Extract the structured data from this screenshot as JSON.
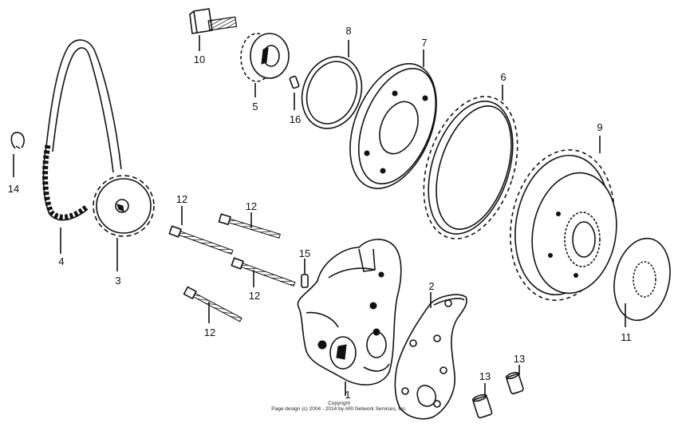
{
  "callouts": {
    "c1": "1",
    "c2": "2",
    "c3": "3",
    "c4": "4",
    "c5": "5",
    "c6": "6",
    "c7": "7",
    "c8": "8",
    "c9": "9",
    "c10": "10",
    "c11": "11",
    "c12a": "12",
    "c12b": "12",
    "c12c": "12",
    "c12d": "12",
    "c13a": "13",
    "c13b": "13",
    "c14": "14",
    "c15": "15",
    "c16": "16"
  },
  "footer": {
    "line1": "Copyright",
    "line2": "Page design (c) 2004 - 2014 by ARI Network Services, Inc."
  }
}
